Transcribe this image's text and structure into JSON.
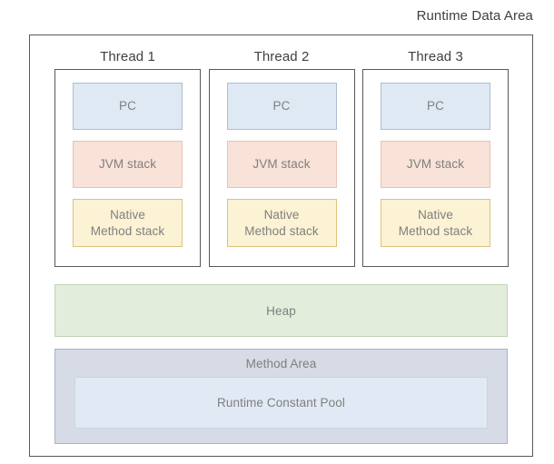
{
  "diagram": {
    "title": "Runtime Data Area",
    "threads": [
      {
        "title": "Thread 1",
        "regions": {
          "pc": "PC",
          "jvm_stack": "JVM stack",
          "native_method_stack_line1": "Native",
          "native_method_stack_line2": "Method stack"
        }
      },
      {
        "title": "Thread 2",
        "regions": {
          "pc": "PC",
          "jvm_stack": "JVM stack",
          "native_method_stack_line1": "Native",
          "native_method_stack_line2": "Method stack"
        }
      },
      {
        "title": "Thread 3",
        "regions": {
          "pc": "PC",
          "jvm_stack": "JVM stack",
          "native_method_stack_line1": "Native",
          "native_method_stack_line2": "Method stack"
        }
      }
    ],
    "heap": {
      "label": "Heap"
    },
    "method_area": {
      "label": "Method Area",
      "constant_pool": "Runtime Constant Pool"
    },
    "colors": {
      "frame_border": "#595959",
      "pc_fill": "#dfe9f4",
      "pc_border": "#adbdd1",
      "jvm_stack_fill": "#f9e2d7",
      "jvm_stack_border": "#e8c3b0",
      "native_stack_fill": "#fcf2d4",
      "native_stack_border": "#ddc27c",
      "heap_fill": "#e3eddc",
      "heap_border": "#c2d3b4",
      "method_area_fill": "#d6dbe5",
      "method_area_border": "#a9b4c4",
      "constant_pool_fill": "#e0e9f4",
      "constant_pool_border": "#c8d6e4",
      "label_text": "#7f7f7f",
      "title_text": "#404040"
    }
  }
}
